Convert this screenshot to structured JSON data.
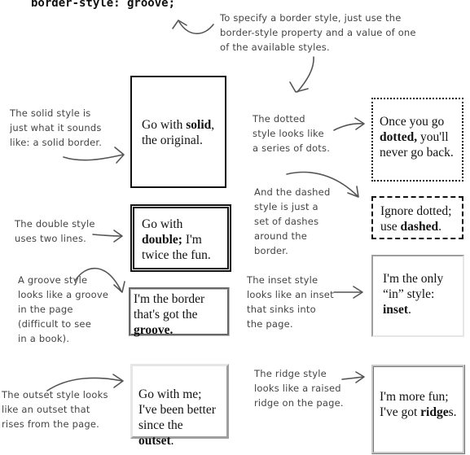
{
  "code_line": "border-style: groove;",
  "notes": {
    "intro": "To specify a border style, just use the\nborder-style property and a value of one\nof the available styles.",
    "solid": "The solid style is\njust what it sounds\nlike: a solid border.",
    "dotted": "The dotted\nstyle looks like\na series of dots.",
    "dashed": "And the dashed\nstyle is just a\nset of dashes\naround the\nborder.",
    "double": "The double style\nuses two lines.",
    "groove": "A groove style\nlooks like a groove\nin the page\n(difficult to see\nin a book).",
    "inset": "The inset style\nlooks like an inset\nthat sinks into\nthe page.",
    "outset": "The outset style looks\nlike an outset that\nrises from the page.",
    "ridge": "The ridge style\nlooks like a raised\nridge on the page."
  },
  "boxes": {
    "solid": {
      "pre": "Go with ",
      "bold": "solid",
      "post": ", the original."
    },
    "dotted": {
      "pre": "Once you go ",
      "bold": "dotted,",
      "post": " you'll never go back."
    },
    "dashed": {
      "pre": "Ignore dotted; use ",
      "bold": "dashed",
      "post": "."
    },
    "double": {
      "pre": "Go with ",
      "bold": "double;",
      "post": " I'm twice the fun."
    },
    "groove": {
      "pre": "I'm the border that's got the ",
      "bold": "groove.",
      "post": ""
    },
    "inset": {
      "pre": "I'm the only “in” style: ",
      "bold": "inset",
      "post": "."
    },
    "outset": {
      "pre": "Go with me; I've been better since the ",
      "bold": "outset",
      "post": "."
    },
    "ridge": {
      "pre": "I'm more fun; I've got ",
      "bold": "ridge",
      "post": "s."
    }
  },
  "colors": {
    "ink": "#111111",
    "annotation": "#444444",
    "inset_border": "#9e9e9e"
  }
}
